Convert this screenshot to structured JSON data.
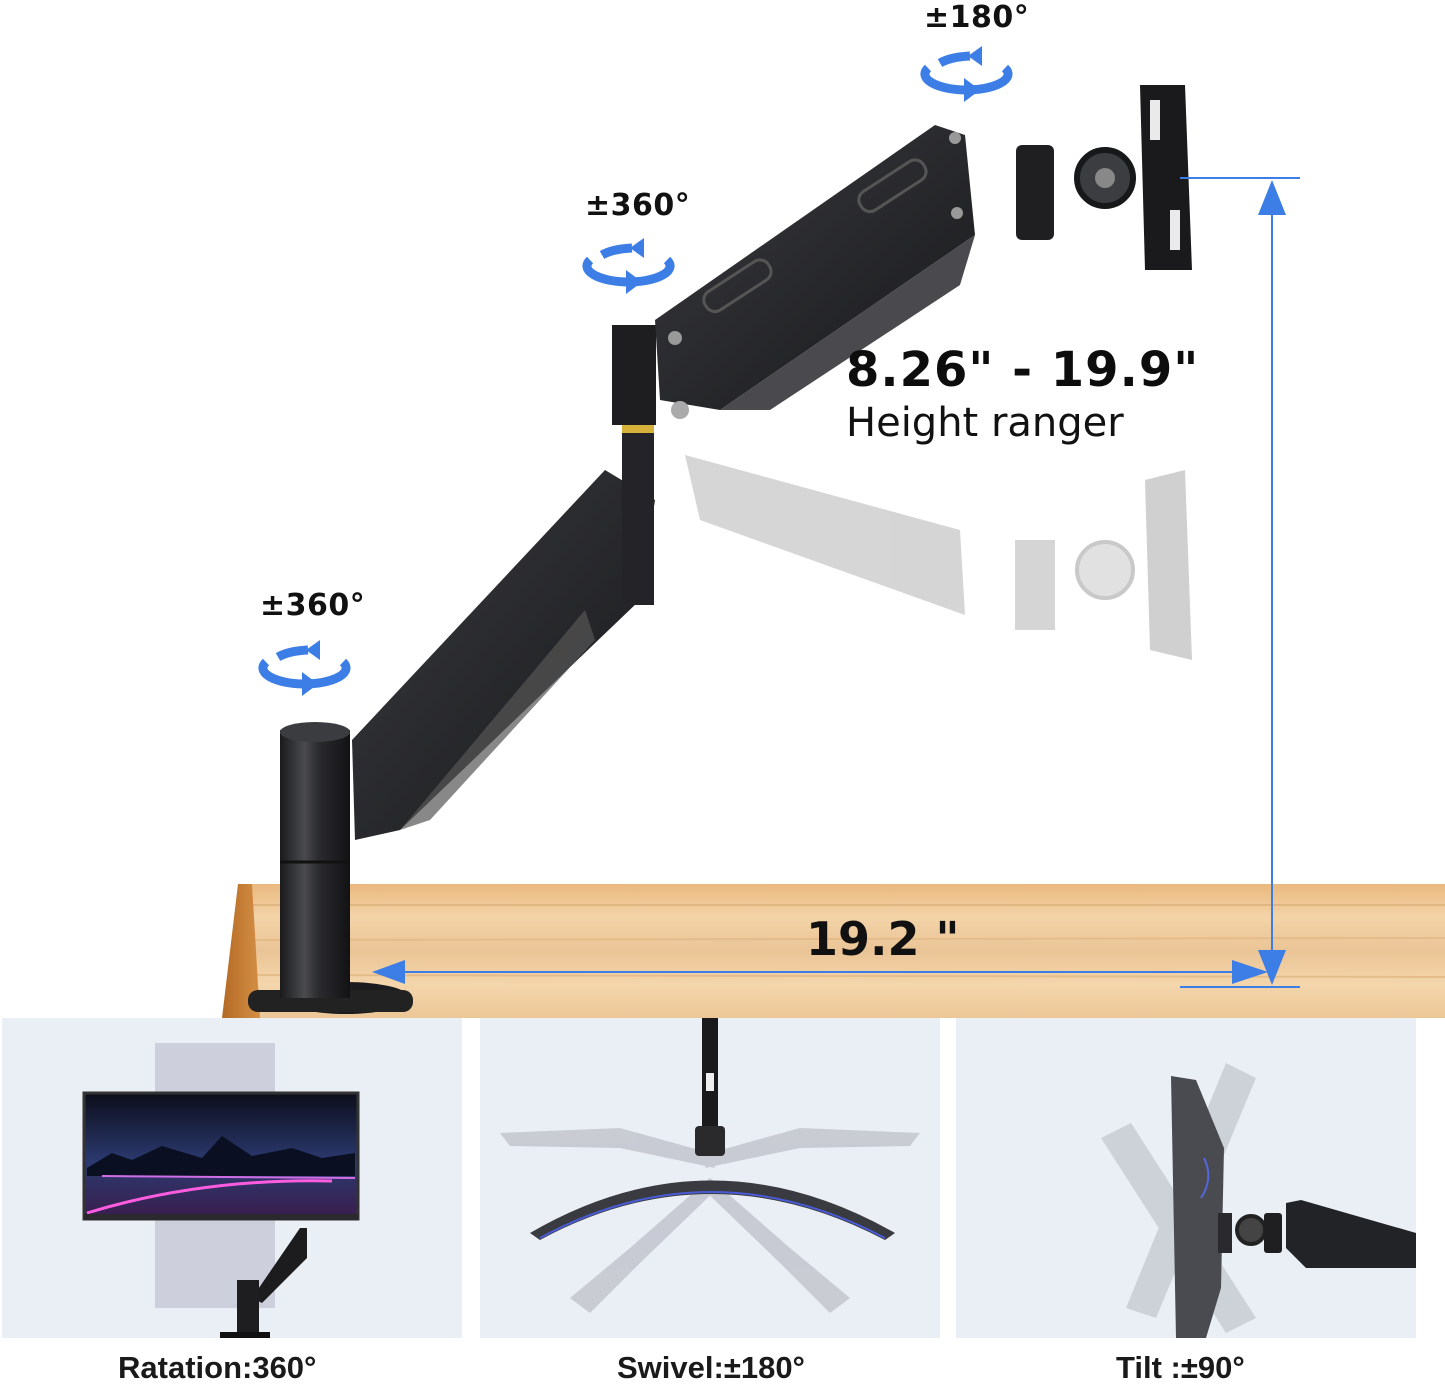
{
  "hero": {
    "rotation_labels": {
      "head": "±180°",
      "elbow": "±360°",
      "base": "±360°"
    },
    "height_spec": {
      "value": "8.26\" - 19.9\"",
      "label": "Height ranger"
    },
    "depth_spec": {
      "value": "19.2 \""
    },
    "accent_color": "#3d7ee6",
    "desk_color": "#e8c08e"
  },
  "panels": [
    {
      "caption": "Ratation:360°",
      "icon": "rotation-demo"
    },
    {
      "caption": "Swivel:±180°",
      "icon": "swivel-demo"
    },
    {
      "caption": "Tilt :±90°",
      "icon": "tilt-demo"
    }
  ]
}
